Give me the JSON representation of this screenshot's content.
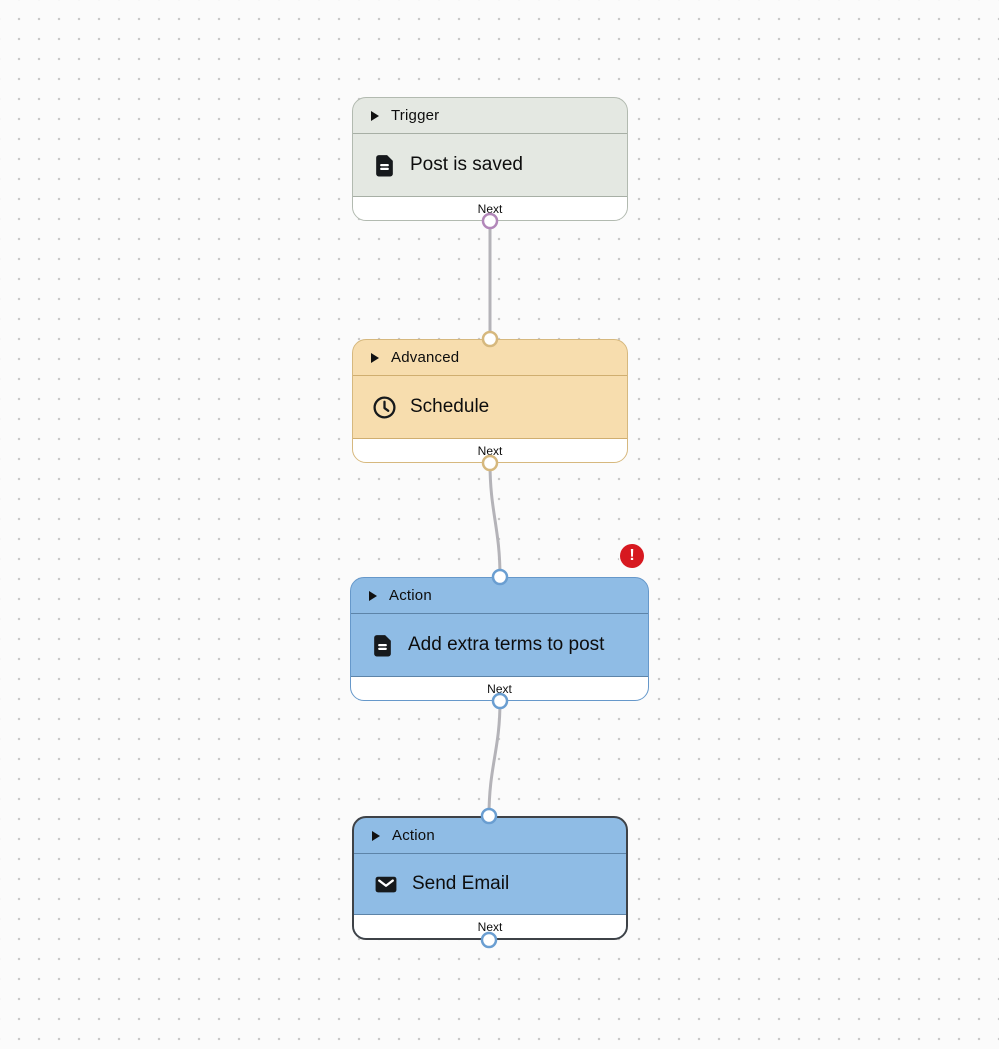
{
  "canvas": {
    "background_color": "#fbfbfb",
    "dot_color": "#c9c9c9",
    "connector_color": "#b4b3b8"
  },
  "nodes": [
    {
      "category": "Trigger",
      "title": "Post is saved",
      "icon": "document-icon",
      "footer_label": "Next",
      "fill_color": "#e4e8e2",
      "border_color": "#b2bab0",
      "output_port_color": "#b287b9",
      "has_error": false,
      "selected": false
    },
    {
      "category": "Advanced",
      "title": "Schedule",
      "icon": "clock-icon",
      "footer_label": "Next",
      "fill_color": "#f7ddae",
      "border_color": "#d6b87e",
      "output_port_color": "#d6b87e",
      "has_error": false,
      "selected": false
    },
    {
      "category": "Action",
      "title": "Add extra terms to post",
      "icon": "document-icon",
      "footer_label": "Next",
      "fill_color": "#8fbce5",
      "border_color": "#6698ca",
      "output_port_color": "#6a9ed1",
      "has_error": true,
      "selected": false
    },
    {
      "category": "Action",
      "title": "Send Email",
      "icon": "mail-icon",
      "footer_label": "Next",
      "fill_color": "#8fbce5",
      "border_color": "#3e4247",
      "output_port_color": "#6a9ed1",
      "has_error": false,
      "selected": true
    }
  ],
  "error_badge": {
    "symbol": "!",
    "color": "#d71920"
  }
}
